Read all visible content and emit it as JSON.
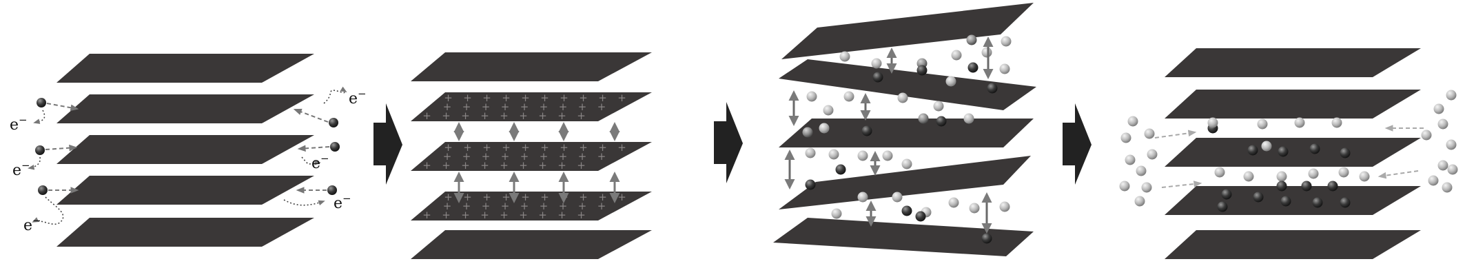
{
  "diagram": {
    "description_free": true,
    "panels": [
      {
        "id": "panel-1",
        "sheets": 5,
        "electron_label": "e",
        "electron_sup": "−",
        "electron_count": 6
      },
      {
        "id": "panel-2",
        "sheets": 5,
        "charge_symbol": "+"
      },
      {
        "id": "panel-3",
        "sheets": 5
      },
      {
        "id": "panel-4",
        "sheets": 5
      }
    ],
    "arrows_between_panels": 3,
    "colors": {
      "sheet": "#3a3737",
      "sheet_edge": "#2a2828",
      "plus": "#8a8686",
      "arrow_grey": "#777777",
      "big_arrow": "#222222",
      "ion_light": "#bdbdbd",
      "ion_dark": "#2e2e2e"
    }
  }
}
